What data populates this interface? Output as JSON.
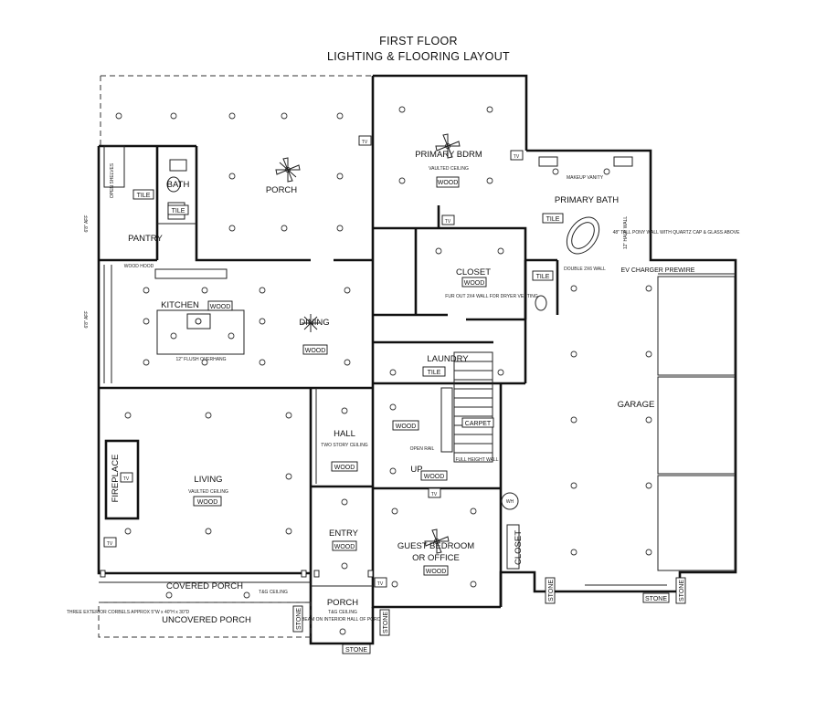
{
  "title": {
    "line1": "FIRST FLOOR",
    "line2": "LIGHTING & FLOORING LAYOUT"
  },
  "rooms": {
    "porch_rear": "PORCH",
    "primary_bdrm": "PRIMARY BDRM",
    "primary_bdrm_ceiling": "VAULTED CEILING",
    "primary_bath": "PRIMARY BATH",
    "makeup_vanity": "MAKEUP VANITY",
    "bath": "BATH",
    "open_shelves": "OPEN SHELVES",
    "pantry": "PANTRY",
    "kitchen": "KITCHEN",
    "island_note": "12\" FLUSH OVERHANG",
    "wood_hood": "WOOD HOOD",
    "dining": "DINING",
    "closet": "CLOSET",
    "closet_note": "FUR OUT 2X4 WALL FOR DRYER VENTING",
    "laundry": "LAUNDRY",
    "double_wall": "DOUBLE 2X6 WALL",
    "ev_charger": "EV CHARGER PREWIRE",
    "garage": "GARAGE",
    "hall": "HALL",
    "hall_ceiling": "TWO STORY CEILING",
    "living": "LIVING",
    "living_ceiling": "VAULTED CEILING",
    "fireplace": "FIREPLACE",
    "entry": "ENTRY",
    "guest_line1": "GUEST BEDROOM",
    "guest_line2": "OR OFFICE",
    "closet_side": "CLOSET",
    "covered_porch": "COVERED PORCH",
    "covered_porch_ceiling": "T&G CEILING",
    "uncovered_porch": "UNCOVERED PORCH",
    "porch_front": "PORCH",
    "porch_front_ceiling": "T&G CEILING",
    "porch_front_note": "BEAM ON INTERIOR HALL OF PORCH",
    "open_rail": "OPEN RAIL",
    "full_height_wall": "FULL HEIGHT WALL",
    "up": "UP",
    "wh": "WH",
    "corbels": "THREE EXTERIOR CORBELS APPROX 5\"W x 40\"H x 30\"D",
    "glass_note": "48\" TALL PONY WALL WITH QUARTZ CAP & GLASS ABOVE",
    "half_wall": "12\" HALF WALL",
    "aff1": "6'8\" AFF",
    "aff2": "6'8\" AFF"
  },
  "floor_tags": {
    "wood": "WOOD",
    "tile": "TILE",
    "carpet": "CARPET",
    "stone": "STONE"
  },
  "fixtures": {
    "tv": "TV"
  },
  "legend_icons": [
    "recessed-light-icon",
    "ceiling-fan-icon",
    "chandelier-icon",
    "tv-icon"
  ],
  "colors": {
    "line": "#111111",
    "background": "#ffffff"
  }
}
